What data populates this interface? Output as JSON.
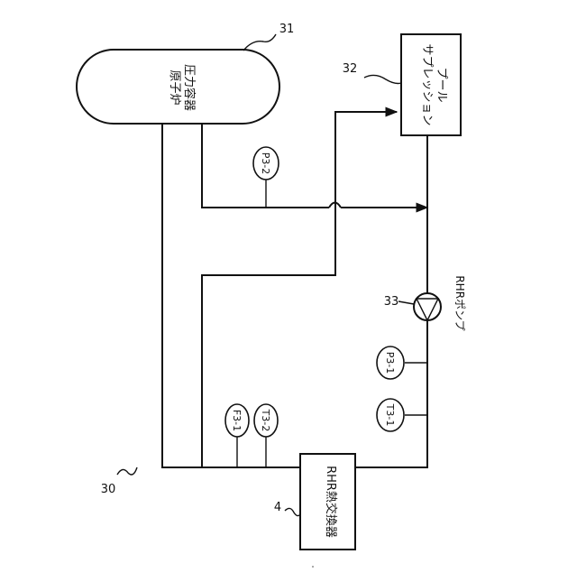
{
  "figure": {
    "system_ref": "30",
    "vessel": {
      "ref": "31",
      "line1": "原子炉",
      "line2": "圧力容器"
    },
    "pool": {
      "ref": "32",
      "line1": "サプレッション",
      "line2": "プール"
    },
    "pump": {
      "ref": "33",
      "label": "RHRポンプ"
    },
    "heat_exchanger": {
      "ref": "4",
      "label": "RHR熱交換器"
    },
    "sensors": {
      "p3_2": "P3-2",
      "p3_1": "P3-1",
      "t3_1": "T3-1",
      "f3_1": "F3-1",
      "t3_2": "T3-2"
    }
  }
}
